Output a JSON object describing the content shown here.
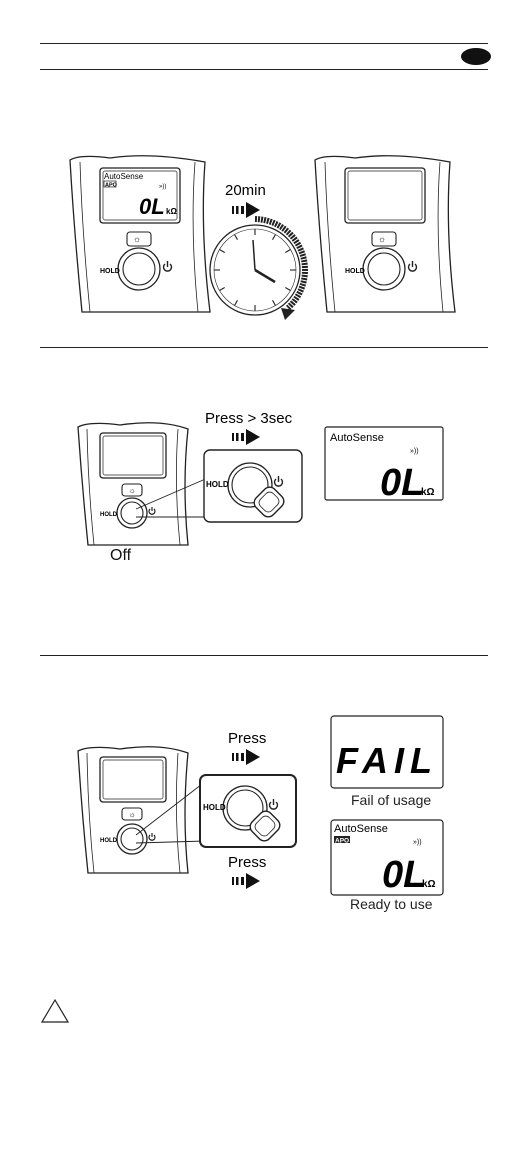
{
  "header": {
    "badge_color": "#111111"
  },
  "section1": {
    "lcd_brand": "AutoSense",
    "lcd_apo": "APO",
    "lcd_reading": "0L",
    "lcd_unit": "kΩ",
    "hold_label": "HOLD",
    "time_label": "20min"
  },
  "section2": {
    "press_label": "Press > 3sec",
    "off_label": "Off",
    "hold_label": "HOLD",
    "lcd_brand": "AutoSense",
    "lcd_reading": "0L",
    "lcd_unit": "kΩ"
  },
  "section3": {
    "press_label_top": "Press",
    "press_label_bottom": "Press",
    "hold_label": "HOLD",
    "fail_display": "FAIL",
    "fail_caption": "Fail of usage",
    "lcd_brand": "AutoSense",
    "lcd_apo": "APO",
    "lcd_reading": "0L",
    "lcd_unit": "kΩ",
    "ready_caption": "Ready to use"
  },
  "icons": {
    "power": "power-icon",
    "backlight": "sun-icon",
    "arrow": "striped-arrow-icon",
    "clock": "clock-icon",
    "warning": "warning-triangle-icon"
  }
}
